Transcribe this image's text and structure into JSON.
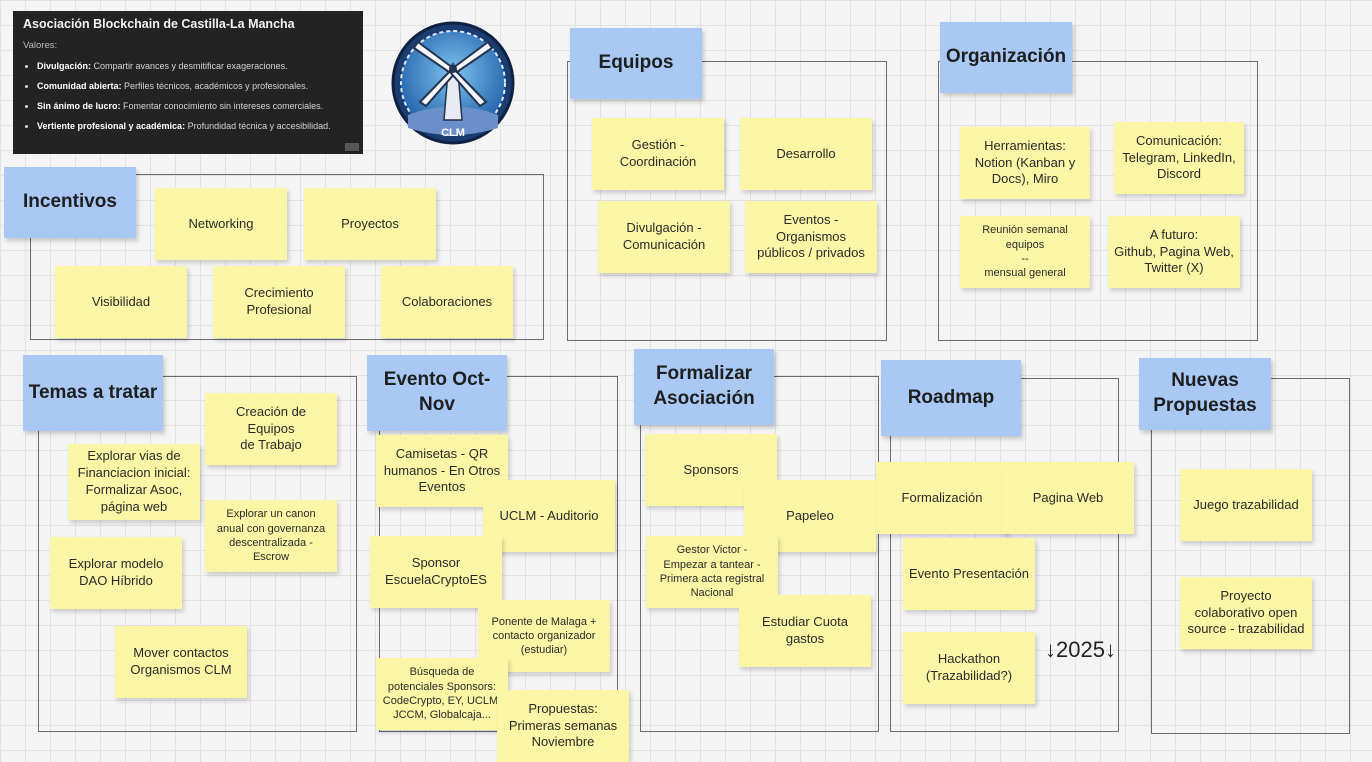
{
  "info_card": {
    "title": "Asociación Blockchain de Castilla-La Mancha",
    "subtitle": "Valores:",
    "values": [
      {
        "term": "Divulgación:",
        "desc": " Compartir avances y desmitificar exageraciones."
      },
      {
        "term": "Comunidad abierta:",
        "desc": " Perfiles técnicos, académicos y profesionales."
      },
      {
        "term": "Sin ánimo de lucro:",
        "desc": " Fomentar conocimiento sin intereses comerciales."
      },
      {
        "term": "Vertiente profesional y académica:",
        "desc": " Profundidad técnica y accesibilidad."
      }
    ]
  },
  "logo": {
    "text": "CLM",
    "icon": "windmill-icon"
  },
  "colors": {
    "sticky": "#fbf6a6",
    "title": "#a9c8f3",
    "frame": "#6c6c6c"
  },
  "sections": {
    "incentivos": {
      "title": "Incentivos",
      "notes": [
        "Networking",
        "Proyectos",
        "Visibilidad",
        "Crecimiento\nProfesional",
        "Colaboraciones"
      ]
    },
    "equipos": {
      "title": "Equipos",
      "notes": [
        "Gestión -\nCoordinación",
        "Desarrollo",
        "Divulgación -\nComunicación",
        "Eventos -\nOrganismos\npúblicos / privados"
      ]
    },
    "organizacion": {
      "title": "Organización",
      "notes": [
        "Herramientas:\nNotion (Kanban y\nDocs), Miro",
        "Comunicación:\nTelegram, LinkedIn,\nDiscord",
        "Reunión semanal\nequipos\n--\nmensual general",
        "A futuro:\nGithub, Pagina Web,\nTwitter (X)"
      ]
    },
    "temas": {
      "title": "Temas a\ntratar",
      "notes": [
        "Creación de Equipos\nde Trabajo",
        "Explorar vias de\nFinanciacion inicial:\nFormalizar Asoc,\npágina web",
        "Explorar un canon\nanual con governanza\ndescentralizada -\nEscrow",
        "Explorar modelo\nDAO Híbrido",
        "Mover contactos\nOrganismos CLM"
      ]
    },
    "evento": {
      "title": "Evento Oct-\nNov",
      "notes": [
        "Camisetas - QR\nhumanos - En Otros\nEventos",
        "UCLM - Auditorio",
        "Sponsor\nEscuelaCryptoES",
        "Ponente de Malaga +\ncontacto organizador\n(estudiar)",
        "Búsqueda de\npotenciales Sponsors:\nCodeCrypto, EY, UCLM,\nJCCM, Globalcaja...",
        "Propuestas:\nPrimeras semanas\nNoviembre"
      ]
    },
    "formalizar": {
      "title": "Formalizar\nAsociación",
      "notes": [
        "Sponsors",
        "Papeleo",
        "Gestor Victor -\nEmpezar a tantear -\nPrimera acta registral\nNacional",
        "Estudiar Cuota\ngastos"
      ]
    },
    "roadmap": {
      "title": "Roadmap",
      "notes": [
        "Formalización",
        "Pagina Web",
        "Evento Presentación",
        "Hackathon\n(Trazabilidad?)"
      ],
      "annotation": "↓2025↓"
    },
    "nuevas": {
      "title": "Nuevas\nPropuestas",
      "notes": [
        "Juego trazabilidad",
        "Proyecto\ncolaborativo open\nsource - trazabilidad"
      ]
    }
  }
}
